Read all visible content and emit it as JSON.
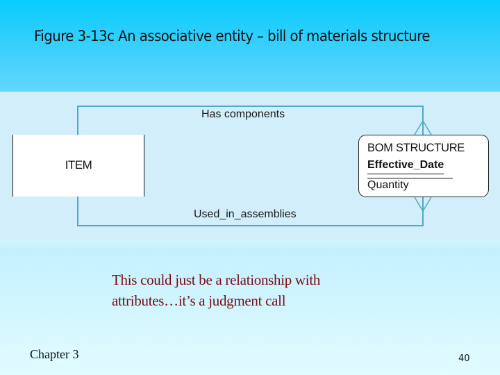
{
  "slide": {
    "title": "Figure 3-13c An associative entity – bill of materials structure",
    "colors": {
      "title_band_top": "#08ccfe",
      "title_band_bottom": "#62d6fc",
      "diagram_panel": "#d2eefa",
      "relationship_line": "#4fa9c8",
      "note_text": "#7a0c14"
    }
  },
  "diagram": {
    "entities": [
      {
        "name": "ITEM",
        "type": "entity"
      },
      {
        "name": "BOM STRUCTURE",
        "type": "associative-entity",
        "primary_key": "Effective_Date",
        "attributes": [
          "Quantity"
        ]
      }
    ],
    "relationships": [
      {
        "label": "Has  components",
        "from": "ITEM",
        "to": "BOM STRUCTURE",
        "cardinality_end": "many"
      },
      {
        "label": "Used_in_assemblies",
        "from": "ITEM",
        "to": "BOM STRUCTURE",
        "cardinality_end": "many"
      }
    ]
  },
  "note": {
    "line1": "This could just be a relationship with",
    "line2": "attributes…it’s a judgment call"
  },
  "footer": {
    "chapter": "Chapter 3",
    "page_number": "40"
  }
}
